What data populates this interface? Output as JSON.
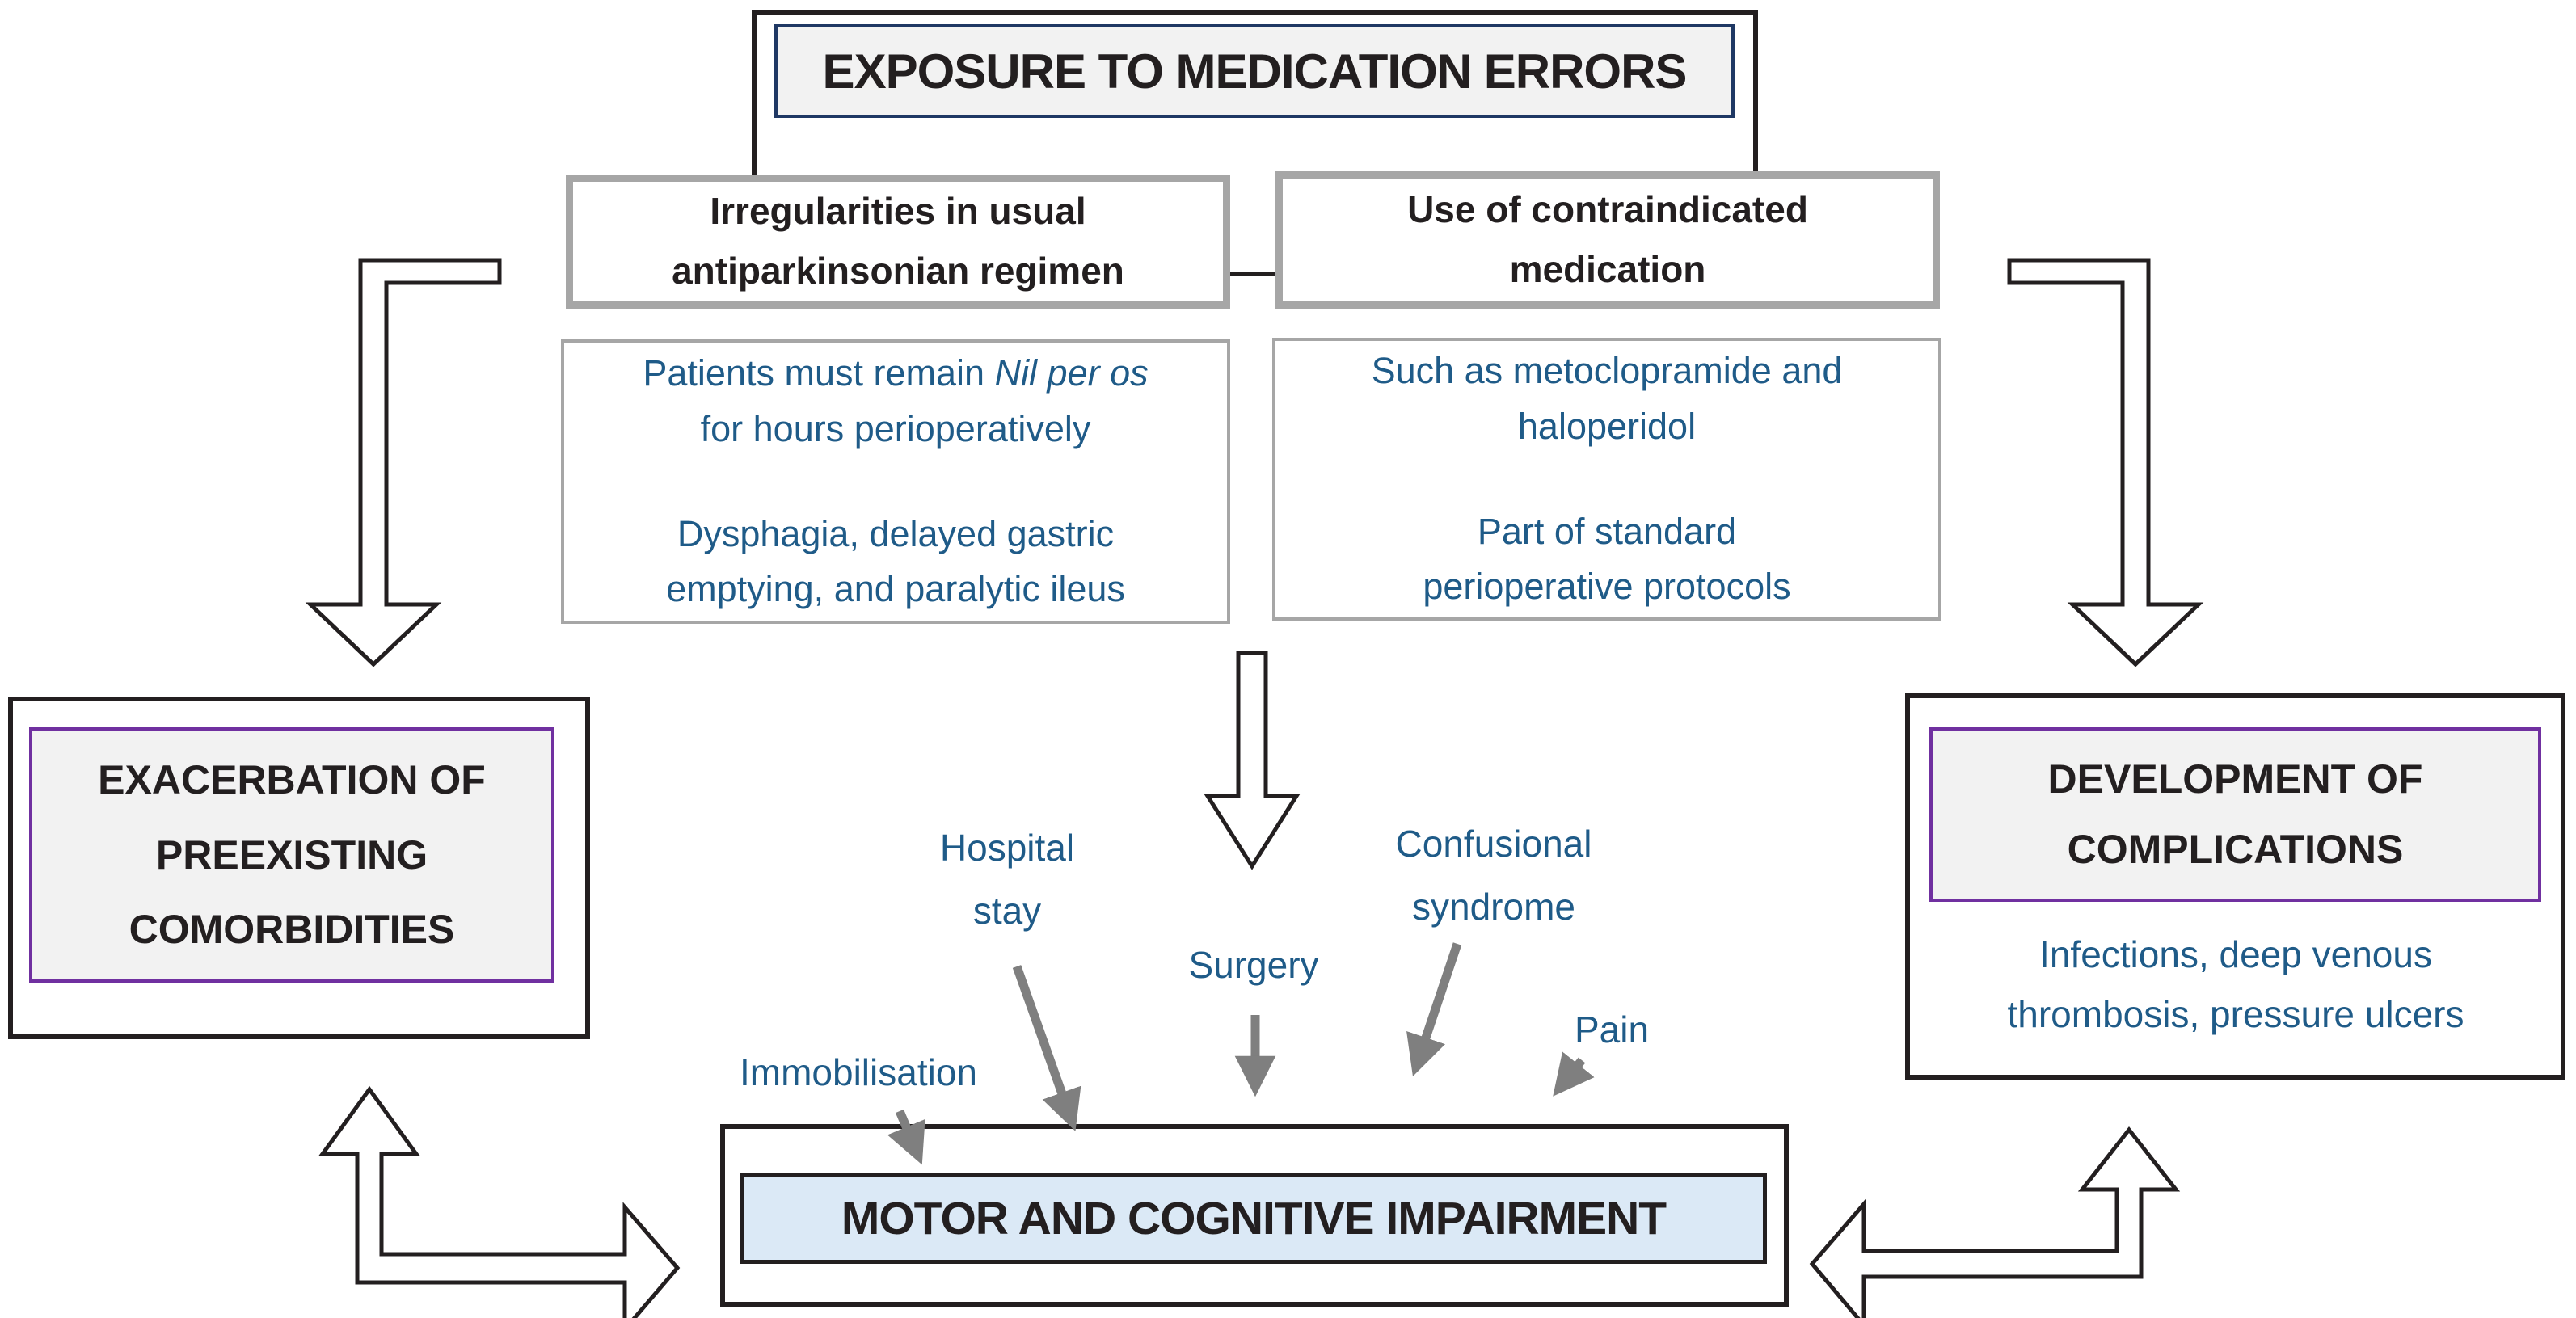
{
  "top_box": {
    "label": "EXPOSURE TO MEDICATION ERRORS"
  },
  "cause_boxes": {
    "left": {
      "line1": "Irregularities in usual",
      "line2": "antiparkinsonian regimen"
    },
    "right": {
      "line1": "Use of contraindicated",
      "line2": "medication"
    }
  },
  "detail_boxes": {
    "left": {
      "para1_prefix": "Patients must remain ",
      "para1_italic": "Nil per os",
      "para1_line2": "for hours perioperatively",
      "para2_line1": "Dysphagia, delayed gastric",
      "para2_line2": "emptying, and paralytic ileus"
    },
    "right": {
      "para1_line1": "Such as metoclopramide and",
      "para1_line2": "haloperidol",
      "para2_line1": "Part of standard",
      "para2_line2": "perioperative protocols"
    }
  },
  "left_outcome": {
    "line1": "EXACERBATION OF",
    "line2": "PREEXISTING",
    "line3": "COMORBIDITIES"
  },
  "right_outcome": {
    "line1": "DEVELOPMENT OF",
    "line2": "COMPLICATIONS",
    "detail_line1": "Infections, deep venous",
    "detail_line2": "thrombosis, pressure ulcers"
  },
  "contributors": {
    "hospital_stay": {
      "line1": "Hospital",
      "line2": "stay"
    },
    "surgery": "Surgery",
    "confusional": {
      "line1": "Confusional",
      "line2": "syndrome"
    },
    "immobilisation": "Immobilisation",
    "pain": "Pain"
  },
  "bottom_box": {
    "label": "MOTOR AND COGNITIVE IMPAIRMENT"
  },
  "colors": {
    "text_blue": "#1f5b88",
    "border_gray": "#a6a6a6",
    "border_navy": "#1f3864",
    "border_purple": "#7030a0",
    "fill_light_gray": "#f2f2f2",
    "fill_light_blue": "#dbe9f6",
    "arrow_gray": "#7f7f7f",
    "ink_black": "#231f20"
  }
}
